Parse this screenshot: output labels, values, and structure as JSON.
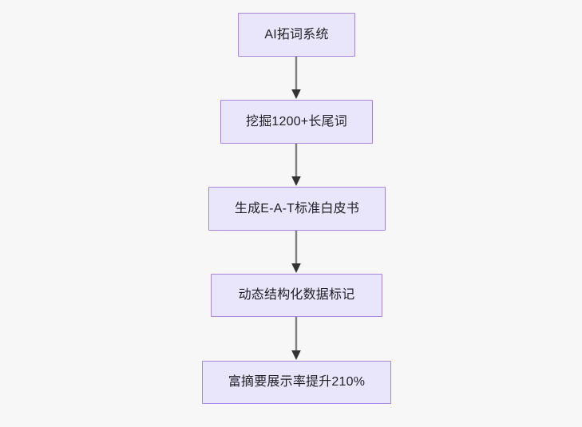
{
  "diagram": {
    "type": "flowchart",
    "orientation": "top-to-bottom",
    "background_color": "#f7f7f7",
    "node_fill_color": "#e9e5fb",
    "node_border_color": "#a886dd",
    "node_text_color": "#1f1f24",
    "connector_color": "#7f7f7f",
    "arrowhead_color": "#333333",
    "nodes": [
      {
        "id": "node-0",
        "label": "AI拓词系统"
      },
      {
        "id": "node-1",
        "label": "挖掘1200+长尾词"
      },
      {
        "id": "node-2",
        "label": "生成E-A-T标准白皮书"
      },
      {
        "id": "node-3",
        "label": "动态结构化数据标记"
      },
      {
        "id": "node-4",
        "label": "富摘要展示率提升210%"
      }
    ],
    "edges": [
      {
        "id": "connector-0",
        "from": "node-0",
        "to": "node-1",
        "arrow": "arrow-down-icon"
      },
      {
        "id": "connector-1",
        "from": "node-1",
        "to": "node-2",
        "arrow": "arrow-down-icon"
      },
      {
        "id": "connector-2",
        "from": "node-2",
        "to": "node-3",
        "arrow": "arrow-down-icon"
      },
      {
        "id": "connector-3",
        "from": "node-3",
        "to": "node-4",
        "arrow": "arrow-down-icon"
      }
    ]
  }
}
